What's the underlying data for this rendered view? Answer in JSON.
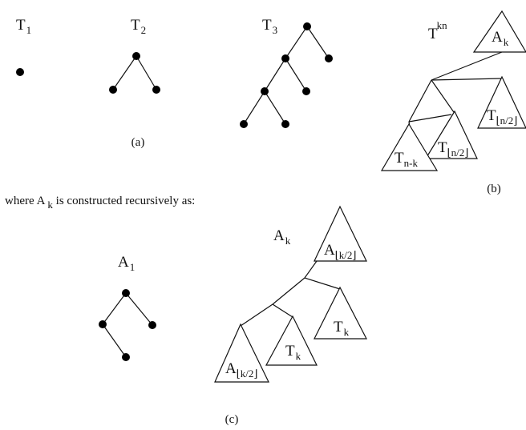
{
  "panel_a": {
    "t1": {
      "main": "T",
      "sub": "1"
    },
    "t2": {
      "main": "T",
      "sub": "2"
    },
    "t3": {
      "main": "T",
      "sub": "3"
    },
    "caption": "(a)"
  },
  "panel_b": {
    "title": {
      "main": "T",
      "sub": "n",
      "sup": "k"
    },
    "a_k": {
      "main": "A",
      "sub": "k"
    },
    "t_floor_n2_upper": {
      "main": "T",
      "sub": "⌊n/2⌋"
    },
    "t_floor_n2_lower": {
      "main": "T",
      "sub": "⌊n/2⌋"
    },
    "t_n_minus_k": {
      "main": "T",
      "sub": "n-k"
    },
    "caption": "(b)"
  },
  "sentence": {
    "before": "where A",
    "sub": "k",
    "after": " is constructed recursively as:"
  },
  "panel_c": {
    "a1": {
      "main": "A",
      "sub": "1"
    },
    "ak_title": {
      "main": "A",
      "sub": "k"
    },
    "a_floor_k2_upper": {
      "main": "A",
      "sub": "⌊k/2⌋"
    },
    "tk_right": {
      "main": "T",
      "sub": "k"
    },
    "tk_mid": {
      "main": "T",
      "sub": "k"
    },
    "a_floor_k2_lower": {
      "main": "A",
      "sub": "⌊k/2⌋"
    },
    "caption": "(c)"
  }
}
